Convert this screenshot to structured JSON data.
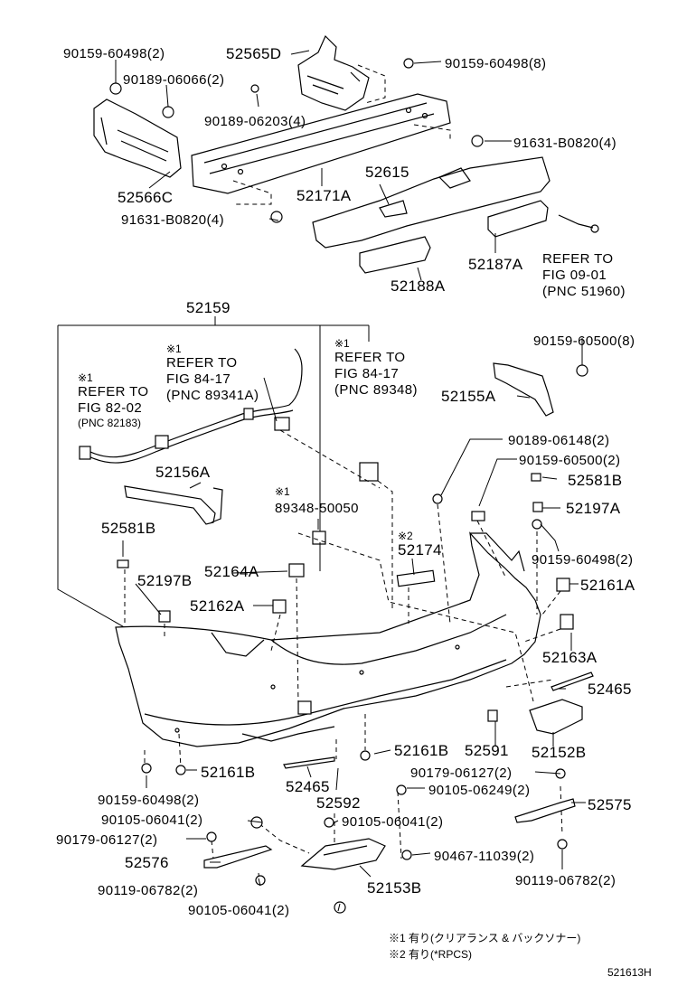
{
  "labels": {
    "p90159_60498_2_top": "90159-60498(2)",
    "p52565D": "52565D",
    "p90159_60498_8": "90159-60498(8)",
    "p90189_06066_2": "90189-06066(2)",
    "p90189_06203_4": "90189-06203(4)",
    "p91631_B0820_4_r": "91631-B0820(4)",
    "p52566C": "52566C",
    "p52615": "52615",
    "p52171A": "52171A",
    "p91631_B0820_4_l": "91631-B0820(4)",
    "p52187A": "52187A",
    "refer_0901_a": "REFER TO",
    "refer_0901_b": "FIG 09-01",
    "refer_0901_c": "(PNC 51960)",
    "p52188A": "52188A",
    "p52159": "52159",
    "p90159_60500_8": "90159-60500(8)",
    "mark_a": "※1",
    "refer_89341_a": "REFER TO",
    "refer_89341_b": "FIG 84-17",
    "refer_89341_c": "(PNC 89341A)",
    "mark_b": "※1",
    "refer_89348_a": "REFER TO",
    "refer_89348_b": "FIG 84-17",
    "refer_89348_c": "(PNC 89348)",
    "mark_c": "※1",
    "refer_82183_a": "REFER TO",
    "refer_82183_b": "FIG 82-02",
    "refer_82183_c": "(PNC 82183)",
    "p52155A": "52155A",
    "p90189_06148_2": "90189-06148(2)",
    "p52156A": "52156A",
    "p90159_60500_2": "90159-60500(2)",
    "p52581B_r": "52581B",
    "mark_d": "※1",
    "p89348_50050": "89348-50050",
    "p52197A": "52197A",
    "p52581B_l": "52581B",
    "mark_e": "※2",
    "p52174": "52174",
    "p90159_60498_2_r": "90159-60498(2)",
    "p52164A": "52164A",
    "p52161A": "52161A",
    "p52197B": "52197B",
    "p52162A": "52162A",
    "p52163A": "52163A",
    "p52465_r": "52465",
    "p52161B_r": "52161B",
    "p52591": "52591",
    "p52152B": "52152B",
    "p52161B_l": "52161B",
    "p52465_b": "52465",
    "p90179_06127_2_r": "90179-06127(2)",
    "p90105_06249_2": "90105-06249(2)",
    "p52592": "52592",
    "p52575": "52575",
    "p90159_60498_2_bl": "90159-60498(2)",
    "p90105_06041_2_a": "90105-06041(2)",
    "p90105_06041_2_b": "90105-06041(2)",
    "p90179_06127_2_l": "90179-06127(2)",
    "p90467_11039_2": "90467-11039(2)",
    "p52576": "52576",
    "p90119_06782_2_r": "90119-06782(2)",
    "p52153B": "52153B",
    "p90119_06782_2_l": "90119-06782(2)",
    "p90105_06041_2_c": "90105-06041(2)",
    "note1": "※1 有り(クリアランス & バックソナー)",
    "note2": "※2 有り(*RPCS)",
    "figure_id": "521613H"
  }
}
